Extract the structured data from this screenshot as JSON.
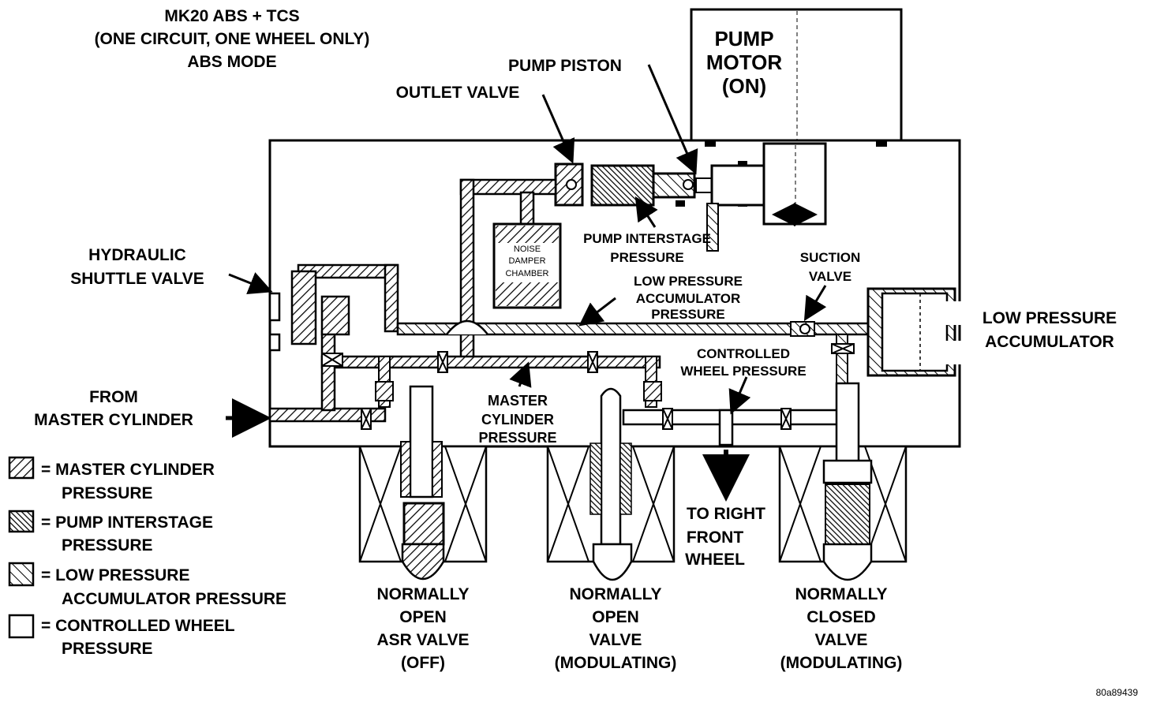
{
  "title": {
    "line1": "MK20 ABS + TCS",
    "line2": "(ONE CIRCUIT, ONE WHEEL ONLY)",
    "line3": "ABS MODE"
  },
  "components": {
    "pump_motor": {
      "line1": "PUMP",
      "line2": "MOTOR",
      "line3": "(ON)"
    },
    "pump_piston": "PUMP PISTON",
    "outlet_valve": "OUTLET VALVE",
    "noise_damper": {
      "line1": "NOISE",
      "line2": "DAMPER",
      "line3": "CHAMBER"
    },
    "pump_interstage": {
      "line1": "PUMP INTERSTAGE",
      "line2": "PRESSURE"
    },
    "hydraulic_shuttle": {
      "line1": "HYDRAULIC",
      "line2": "SHUTTLE VALVE"
    },
    "suction_valve": {
      "line1": "SUCTION",
      "line2": "VALVE"
    },
    "low_pressure_accumulator_pressure": {
      "line1": "LOW PRESSURE",
      "line2": "ACCUMULATOR",
      "line3": "PRESSURE"
    },
    "low_pressure_accumulator": {
      "line1": "LOW PRESSURE",
      "line2": "ACCUMULATOR"
    },
    "controlled_wheel_pressure": {
      "line1": "CONTROLLED",
      "line2": "WHEEL PRESSURE"
    },
    "master_cylinder_pressure": {
      "line1": "MASTER",
      "line2": "CYLINDER",
      "line3": "PRESSURE"
    },
    "from_master_cylinder": {
      "line1": "FROM",
      "line2": "MASTER CYLINDER"
    },
    "to_right_front_wheel": {
      "line1": "TO RIGHT",
      "line2": "FRONT",
      "line3": "WHEEL"
    }
  },
  "valves": [
    {
      "line1": "NORMALLY",
      "line2": "OPEN",
      "line3": "ASR VALVE",
      "line4": "(OFF)"
    },
    {
      "line1": "NORMALLY",
      "line2": "OPEN",
      "line3": "VALVE",
      "line4": "(MODULATING)"
    },
    {
      "line1": "NORMALLY",
      "line2": "CLOSED",
      "line3": "VALVE",
      "line4": "(MODULATING)"
    }
  ],
  "legend": [
    {
      "line1": "= MASTER CYLINDER",
      "line2": "PRESSURE"
    },
    {
      "line1": "= PUMP INTERSTAGE",
      "line2": "PRESSURE"
    },
    {
      "line1": "= LOW PRESSURE",
      "line2": "ACCUMULATOR PRESSURE"
    },
    {
      "line1": "= CONTROLLED WHEEL",
      "line2": "PRESSURE"
    }
  ],
  "figure_id": "80a89439"
}
